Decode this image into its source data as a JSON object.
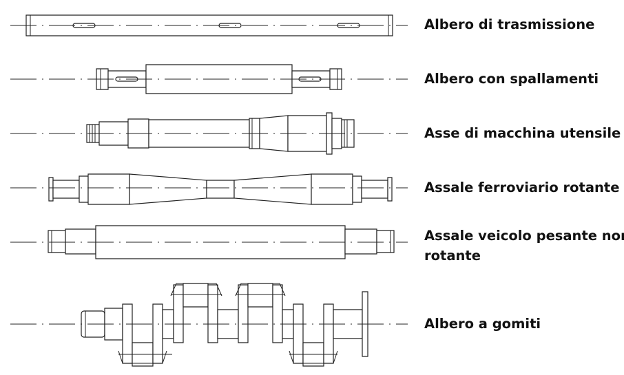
{
  "items": [
    {
      "label": "Albero di trasmissione"
    },
    {
      "label": "Albero con spallamenti"
    },
    {
      "label": "Asse di macchina utensile"
    },
    {
      "label": "Assale ferroviario rotante"
    },
    {
      "label": "Assale veicolo pesante non",
      "label_line2": "rotante"
    },
    {
      "label": "Albero a gomiti"
    }
  ]
}
